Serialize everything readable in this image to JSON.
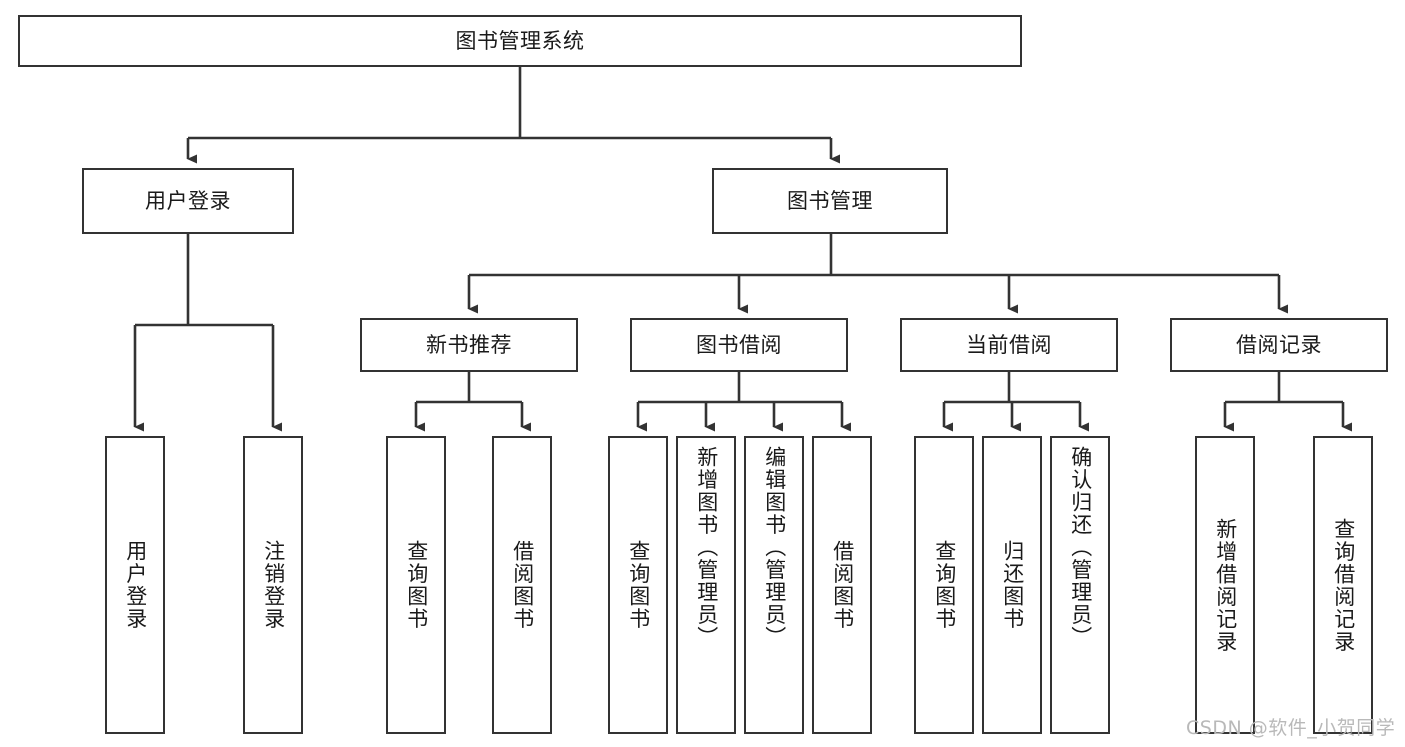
{
  "diagram": {
    "type": "tree",
    "title": "图书管理系统",
    "orientation": "top-down",
    "watermark": "CSDN @软件_小贺同学",
    "colors": {
      "box_border": "#333333",
      "box_fill": "#ffffff",
      "edge": "#333333",
      "text": "#1a1a1a",
      "watermark": "#b9b9b9",
      "background": "#ffffff"
    },
    "levels": {
      "level1": "root",
      "level2": "modules",
      "level3": "submodules",
      "level4": "functions"
    },
    "nodes": {
      "root": {
        "label": "图书管理系统",
        "orientation": "horizontal"
      },
      "user_login": {
        "label": "用户登录",
        "orientation": "horizontal"
      },
      "book_manage": {
        "label": "图书管理",
        "orientation": "horizontal"
      },
      "new_book_rec": {
        "label": "新书推荐",
        "orientation": "horizontal"
      },
      "book_borrow": {
        "label": "图书借阅",
        "orientation": "horizontal"
      },
      "current_borrow": {
        "label": "当前借阅",
        "orientation": "horizontal"
      },
      "borrow_record": {
        "label": "借阅记录",
        "orientation": "horizontal"
      },
      "leaf_user_login": {
        "label": "用户登录",
        "orientation": "vertical"
      },
      "leaf_logout": {
        "label": "注销登录",
        "orientation": "vertical"
      },
      "leaf_query_book_1": {
        "label": "查询图书",
        "orientation": "vertical"
      },
      "leaf_borrow_book_1": {
        "label": "借阅图书",
        "orientation": "vertical"
      },
      "leaf_query_book_2": {
        "label": "查询图书",
        "orientation": "vertical"
      },
      "leaf_add_book": {
        "label": "新增图书（管理员）",
        "orientation": "vertical"
      },
      "leaf_edit_book": {
        "label": "编辑图书（管理员）",
        "orientation": "vertical"
      },
      "leaf_borrow_book_2": {
        "label": "借阅图书",
        "orientation": "vertical"
      },
      "leaf_query_book_3": {
        "label": "查询图书",
        "orientation": "vertical"
      },
      "leaf_return_book": {
        "label": "归还图书",
        "orientation": "vertical"
      },
      "leaf_confirm_return": {
        "label": "确认归还（管理员）",
        "orientation": "vertical"
      },
      "leaf_add_record": {
        "label": "新增借阅记录",
        "orientation": "vertical"
      },
      "leaf_query_record": {
        "label": "查询借阅记录",
        "orientation": "vertical"
      }
    },
    "edges": [
      {
        "from": "root",
        "to": "user_login"
      },
      {
        "from": "root",
        "to": "book_manage"
      },
      {
        "from": "user_login",
        "to": "leaf_user_login"
      },
      {
        "from": "user_login",
        "to": "leaf_logout"
      },
      {
        "from": "book_manage",
        "to": "new_book_rec"
      },
      {
        "from": "book_manage",
        "to": "book_borrow"
      },
      {
        "from": "book_manage",
        "to": "current_borrow"
      },
      {
        "from": "book_manage",
        "to": "borrow_record"
      },
      {
        "from": "new_book_rec",
        "to": "leaf_query_book_1"
      },
      {
        "from": "new_book_rec",
        "to": "leaf_borrow_book_1"
      },
      {
        "from": "book_borrow",
        "to": "leaf_query_book_2"
      },
      {
        "from": "book_borrow",
        "to": "leaf_add_book"
      },
      {
        "from": "book_borrow",
        "to": "leaf_edit_book"
      },
      {
        "from": "book_borrow",
        "to": "leaf_borrow_book_2"
      },
      {
        "from": "current_borrow",
        "to": "leaf_query_book_3"
      },
      {
        "from": "current_borrow",
        "to": "leaf_return_book"
      },
      {
        "from": "current_borrow",
        "to": "leaf_confirm_return"
      },
      {
        "from": "borrow_record",
        "to": "leaf_add_record"
      },
      {
        "from": "borrow_record",
        "to": "leaf_query_record"
      }
    ]
  }
}
